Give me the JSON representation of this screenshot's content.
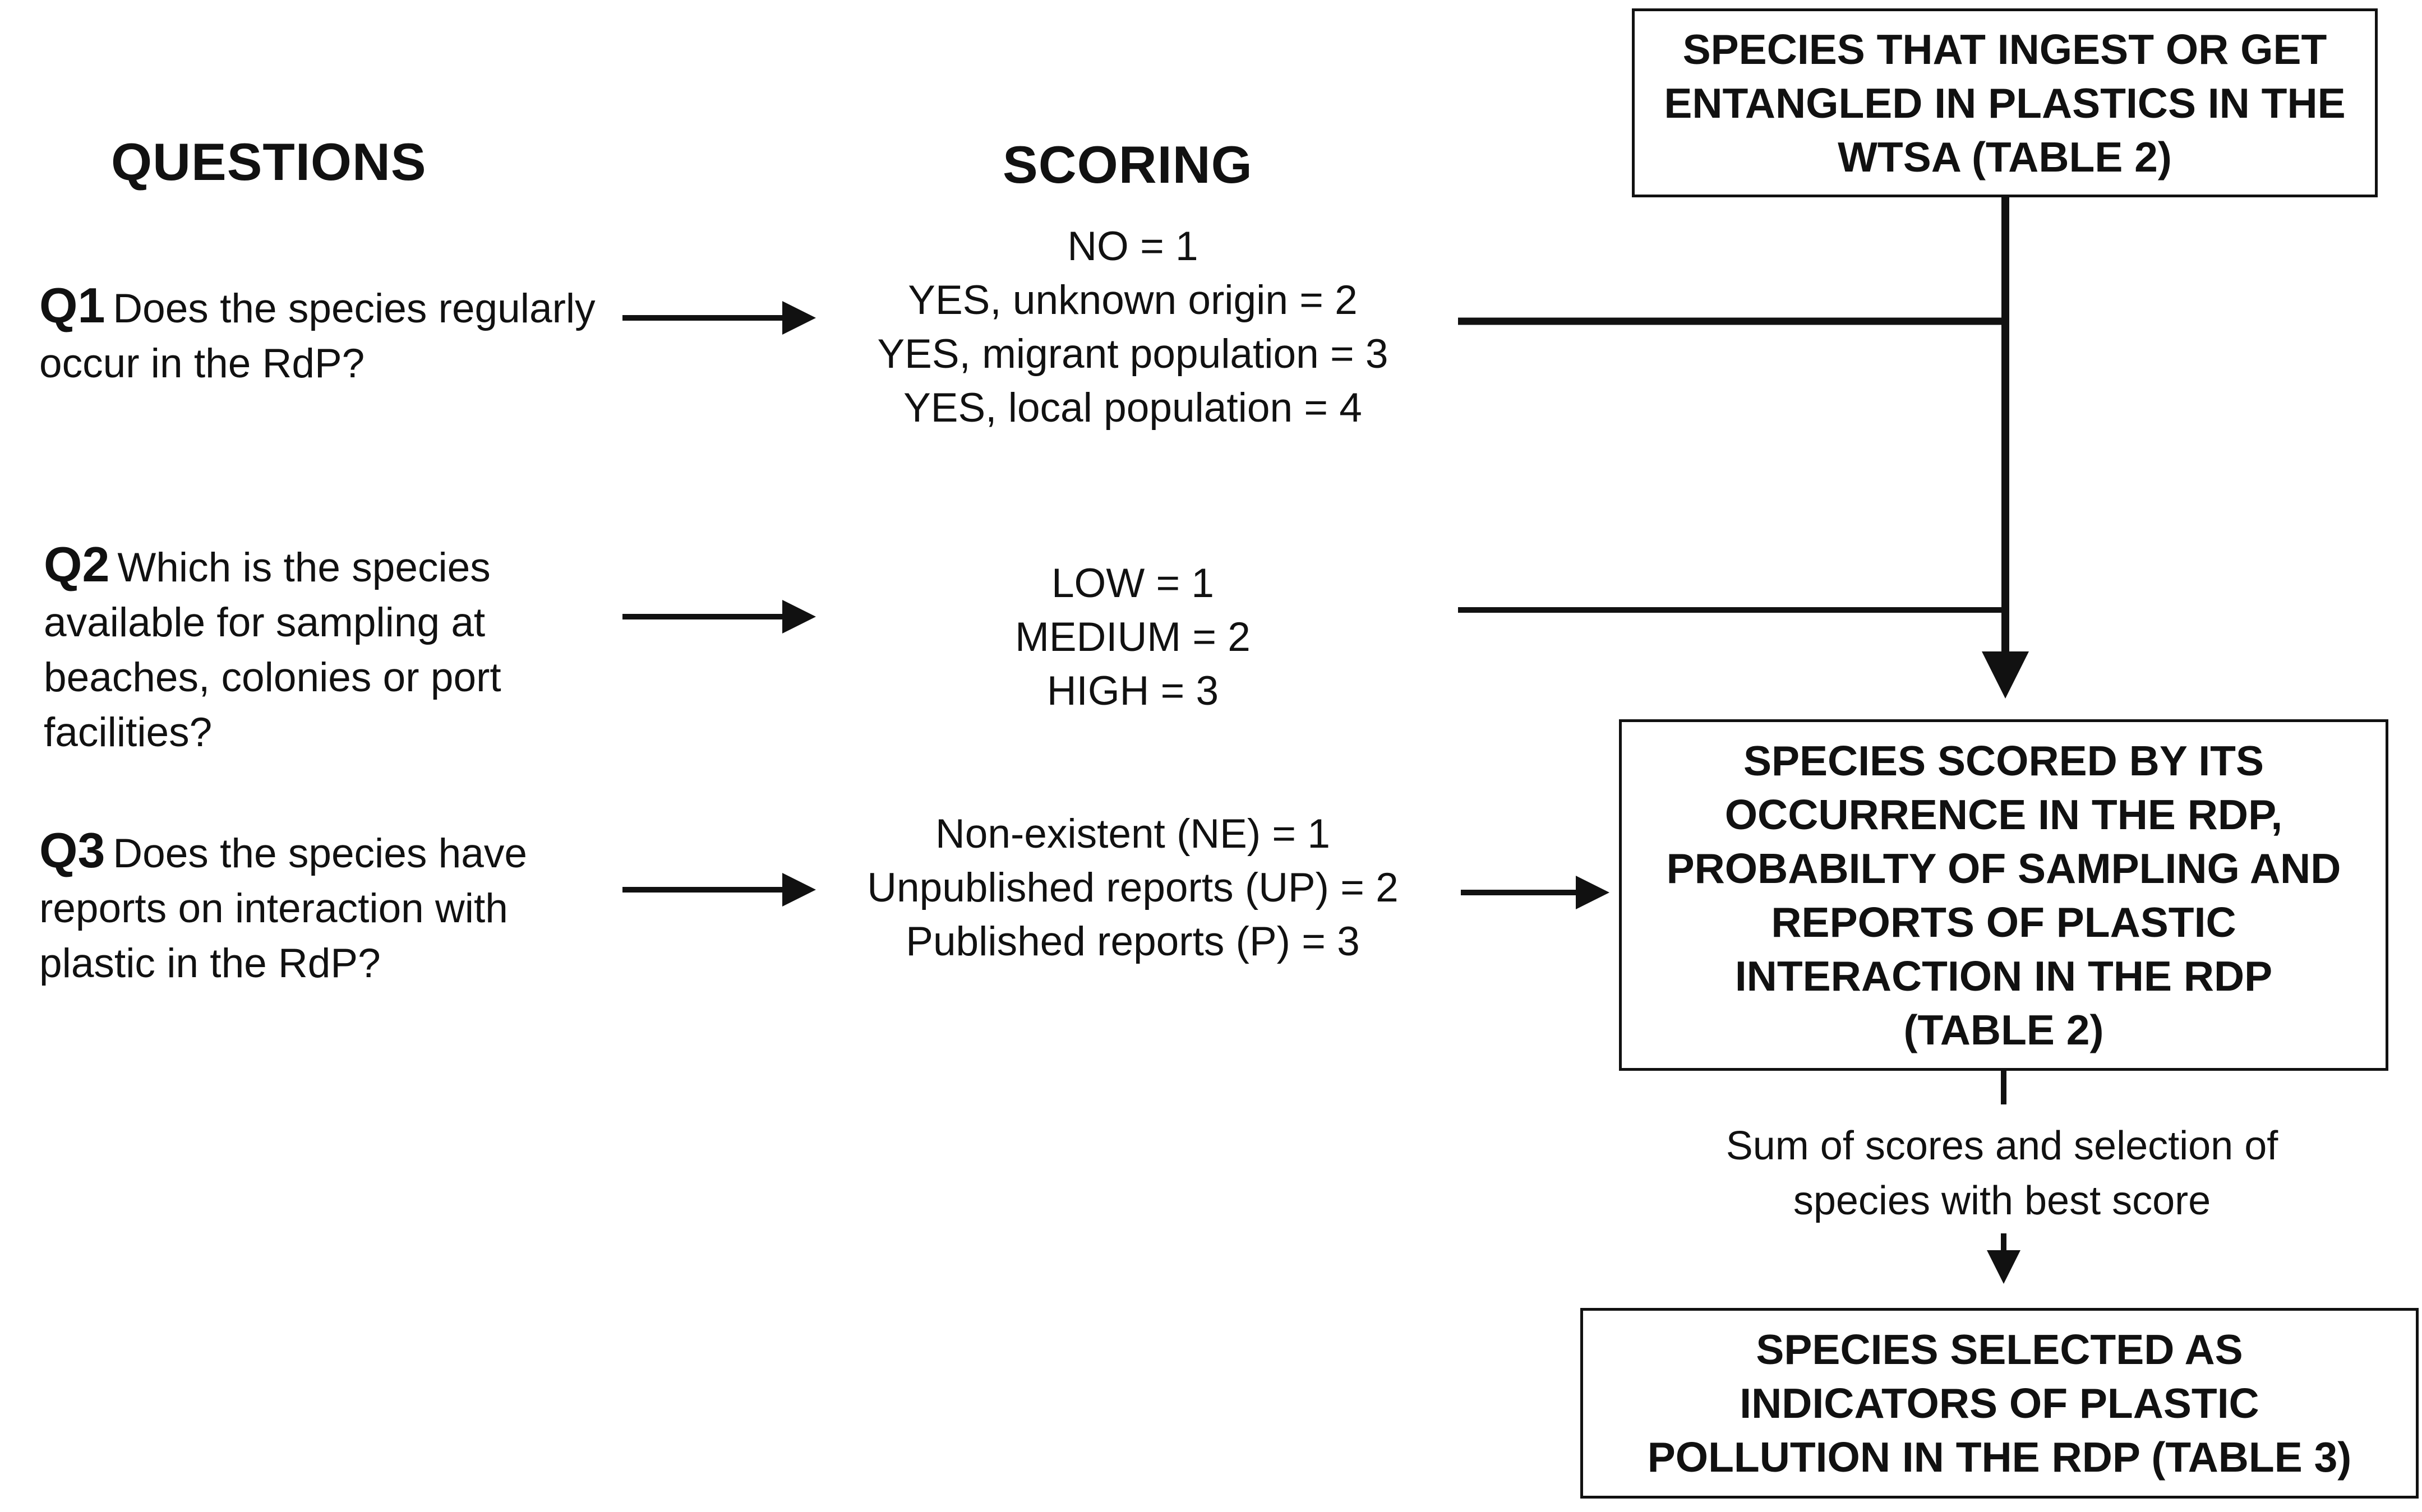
{
  "headers": {
    "questions": "QUESTIONS",
    "scoring": "SCORING"
  },
  "questions": [
    {
      "id": "Q1",
      "text": "Does the species regularly occur in the RdP?"
    },
    {
      "id": "Q2",
      "text": "Which is the species available for sampling at beaches, colonies or port facilities?"
    },
    {
      "id": "Q3",
      "text": "Does the species have reports on interaction with plastic in the RdP?"
    }
  ],
  "scoring": [
    [
      "NO = 1",
      "YES, unknown origin = 2",
      "YES, migrant population = 3",
      "YES, local population = 4"
    ],
    [
      "LOW = 1",
      "MEDIUM = 2",
      "HIGH = 3"
    ],
    [
      "Non-existent (NE) = 1",
      "Unpublished reports (UP) = 2",
      "Published reports (P) = 3"
    ]
  ],
  "boxes": {
    "top": "SPECIES THAT INGEST OR GET ENTANGLED IN PLASTICS IN THE WTSA (TABLE 2)",
    "middle": "SPECIES SCORED BY ITS OCCURRENCE IN THE RDP, PROBABILTY OF SAMPLING AND REPORTS OF PLASTIC INTERACTION IN THE RDP (TABLE 2)",
    "bottom": "SPECIES SELECTED AS INDICATORS OF PLASTIC POLLUTION IN THE RDP (TABLE 3)"
  },
  "step_label": "Sum of scores and selection of species with best score"
}
